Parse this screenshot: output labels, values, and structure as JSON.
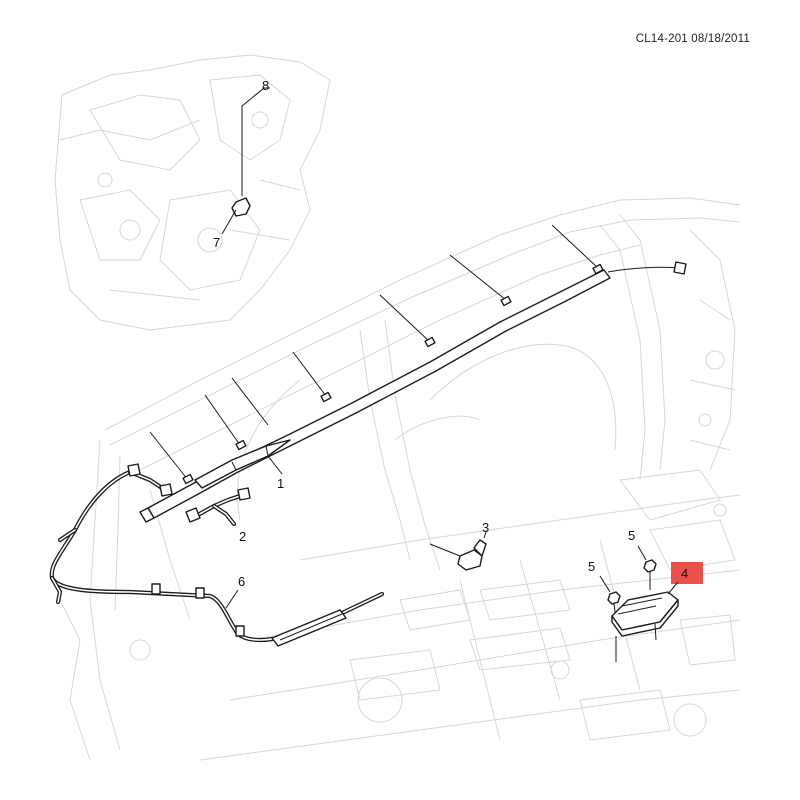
{
  "header": {
    "reference": "CL14-201 08/18/2011"
  },
  "callouts": [
    {
      "id": "1",
      "label": "1"
    },
    {
      "id": "2",
      "label": "2"
    },
    {
      "id": "3",
      "label": "3"
    },
    {
      "id": "4",
      "label": "4",
      "highlighted": true
    },
    {
      "id": "5a",
      "label": "5"
    },
    {
      "id": "5b",
      "label": "5"
    },
    {
      "id": "6",
      "label": "6"
    },
    {
      "id": "7",
      "label": "7"
    },
    {
      "id": "8",
      "label": "8"
    }
  ],
  "colors": {
    "highlight": "#e8524a",
    "line": "#1b1b1b",
    "ghost": "#d6d6d6"
  }
}
